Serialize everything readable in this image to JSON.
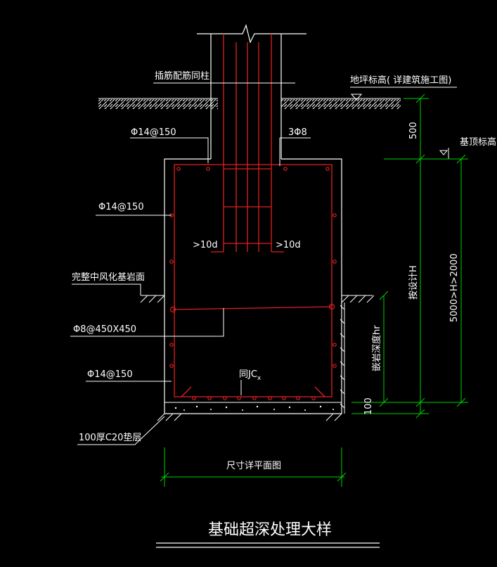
{
  "colors": {
    "background": "#000000",
    "outline": "#ffffff",
    "rebar": "#e02020",
    "dimension": "#00d000",
    "text": "#ffffff"
  },
  "labels": {
    "column_rebar": "插筋配筋同柱",
    "ground_level": "地坪标高( 详建筑施工图)",
    "top_bar": "Φ14@150",
    "stirrup_3": "3Φ8",
    "side_bar": "Φ14@150",
    "anchor_left": ">10d",
    "anchor_right": ">10d",
    "rock_surface": "完整中风化基岩面",
    "tie_bar": "Φ8@450X450",
    "bottom_bar": "Φ14@150",
    "same_jc": "同JC",
    "same_jc_sub": "x",
    "cushion": "100厚C20垫层",
    "plan_size": "尺寸详平面图",
    "base_level": "基顶标高",
    "dim_500": "500",
    "dim_100": "100",
    "dim_H_range": "5000>H>2000",
    "embed_depth": "嵌岩深度hr",
    "design_height": "按设计H",
    "title": "基础超深处理大样"
  }
}
